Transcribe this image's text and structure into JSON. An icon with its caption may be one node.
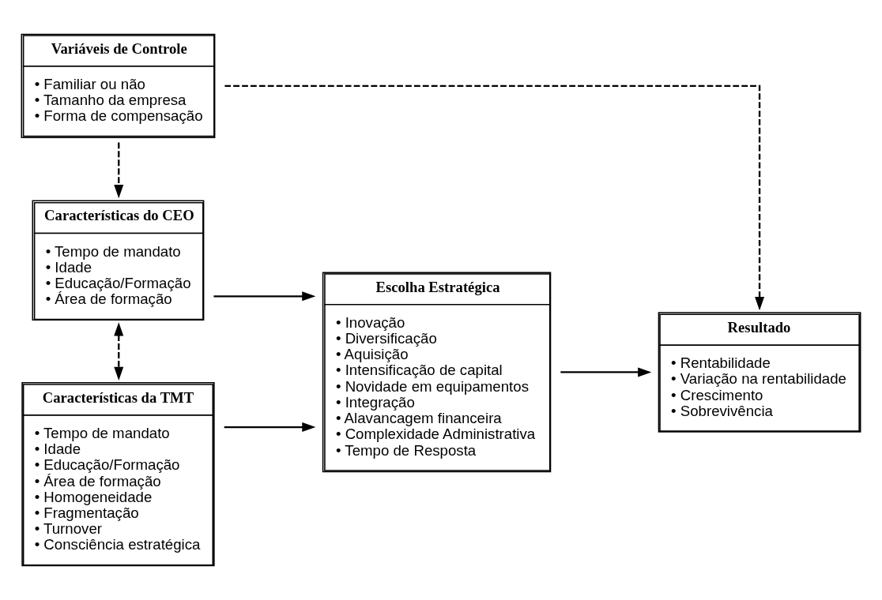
{
  "diagram": {
    "nodes": [
      {
        "text": [
          "Variáveis de Controle",
          "• Familiar ou não",
          "• Tamanho da empresa",
          "• Forma de compensação"
        ]
      },
      {
        "text": [
          "Características do CEO",
          "• Tempo de mandato",
          "• Idade",
          "• Educação/Formação",
          "• Área de formação"
        ]
      },
      {
        "text": [
          "Características da TMT",
          "• Tempo de mandato",
          "• Idade",
          "• Educação/Formação",
          "• Área de formação",
          "• Homogeneidade",
          "• Fragmentação",
          "• Turnover",
          "• Consciência estratégica"
        ]
      },
      {
        "text": [
          "Escolha Estratégica",
          "• Inovação",
          "• Diversificação",
          "• Aquisição",
          "• Intensificação de capital",
          "• Novidade em equipamentos",
          "• Integração",
          "• Alavancagem financeira",
          "• Complexidade Administrativa",
          "• Tempo de Resposta"
        ]
      },
      {
        "text": [
          "Resultado",
          "• Rentabilidade",
          "• Variação na rentabilidade",
          "• Crescimento",
          "• Sobrevivência"
        ]
      }
    ],
    "edges": [
      {
        "from": 0,
        "to": 1,
        "arrow": "to",
        "style": "dashed"
      },
      {
        "from": 0,
        "to": 4,
        "arrow": "to",
        "style": "dashed"
      },
      {
        "from": 1,
        "to": 2,
        "arrow": "both",
        "style": "dashed"
      },
      {
        "from": 1,
        "to": 3,
        "arrow": "to"
      },
      {
        "from": 2,
        "to": 3,
        "arrow": "to"
      },
      {
        "from": 3,
        "to": 4,
        "arrow": "to"
      }
    ]
  }
}
